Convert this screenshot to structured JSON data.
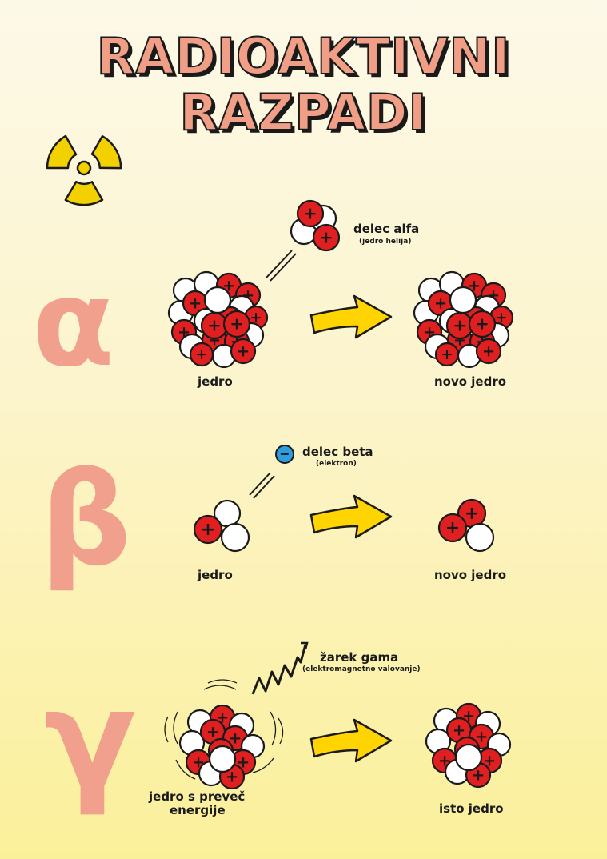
{
  "title": {
    "line1": "RADIOAKTIVNI",
    "line2": "RAZPADI"
  },
  "icons": {
    "radiation": "radiation-trefoil-icon",
    "alpha": "alpha-symbol",
    "beta": "beta-symbol",
    "gamma": "gamma-symbol"
  },
  "colors": {
    "title": "#f19e86",
    "proton": "#e02020",
    "electron": "#2d9de0",
    "arrow": "#ffd400",
    "radiation": "#f3d000"
  },
  "alpha": {
    "symbol": "α",
    "particle_label": "delec alfa",
    "particle_sub": "(jedro helija)",
    "before_label": "jedro",
    "after_label": "novo jedro"
  },
  "beta": {
    "symbol": "β",
    "particle_label": "delec beta",
    "particle_sub": "(elektron)",
    "before_label": "jedro",
    "after_label": "novo jedro"
  },
  "gamma": {
    "symbol": "γ",
    "particle_label": "žarek gama",
    "particle_sub": "(elektromagnetno valovanje)",
    "before_label_1": "jedro s preveč",
    "before_label_2": "energije",
    "after_label": "isto jedro"
  },
  "glyphs": {
    "plus": "+",
    "minus": "−"
  }
}
